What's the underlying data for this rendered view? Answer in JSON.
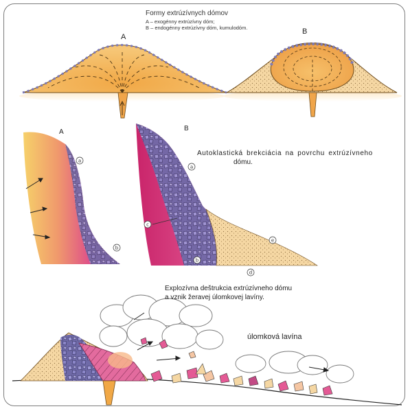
{
  "title": "Formy extrúzívnych dómov",
  "legend": {
    "a": "A – exogénny extrúzívny dóm;",
    "b": "B – endogénny extrúzívny dóm, kumulodóm."
  },
  "labels": {
    "top_a": "A",
    "top_b": "B",
    "mid_a": "A",
    "mid_b": "B"
  },
  "autoclastic": {
    "line1": "Autoklastická brekciácia na povrchu extrúzívneho",
    "line2": "dómu."
  },
  "explosive": {
    "line1": "Explozívna deštrukcia extrúzívneho dómu",
    "line2": "a vznik žeravej úlomkovej lavíny."
  },
  "avalanche_label": "úlomková lavína",
  "markers": [
    "a",
    "b",
    "a",
    "c",
    "b",
    "d",
    "e"
  ],
  "colors": {
    "magma": "#d6408a",
    "dome": "#f3b45a",
    "breccia": "#8b86c8",
    "ash": "#cfcfcf"
  }
}
